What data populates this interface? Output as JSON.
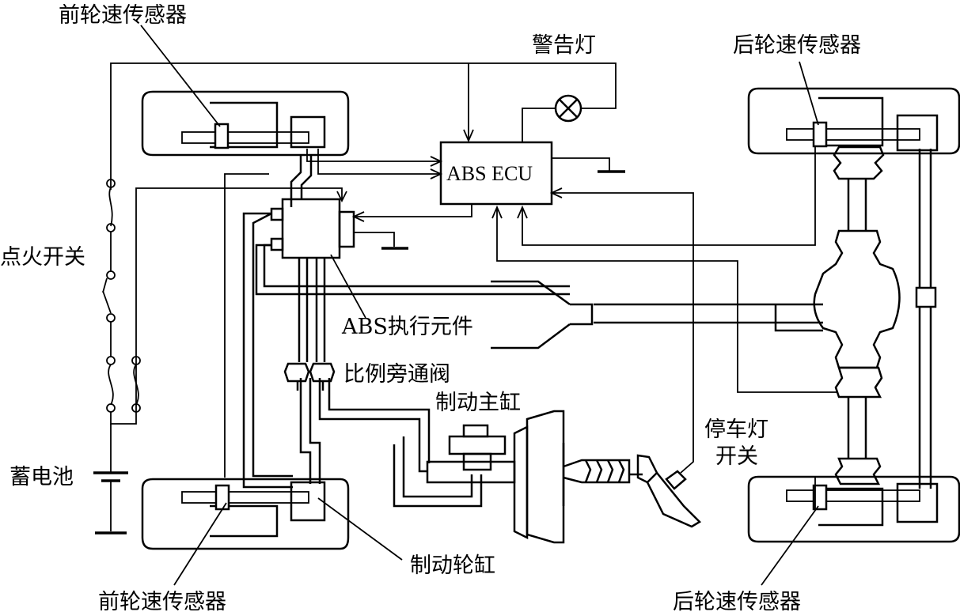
{
  "labels": {
    "front_sensor_top": "前轮速传感器",
    "warning_lamp": "警告灯",
    "rear_sensor_top": "后轮速传感器",
    "abs_ecu": "ABS ECU",
    "ignition_switch": "点火开关",
    "abs_actuator": "ABS执行元件",
    "proportioning_valve": "比例旁通阀",
    "master_cylinder": "制动主缸",
    "stop_lamp_switch_line1": "停车灯",
    "stop_lamp_switch_line2": "开关",
    "battery": "蓄电池",
    "wheel_cylinder": "制动轮缸",
    "front_sensor_bottom": "前轮速传感器",
    "rear_sensor_bottom": "后轮速传感器"
  }
}
